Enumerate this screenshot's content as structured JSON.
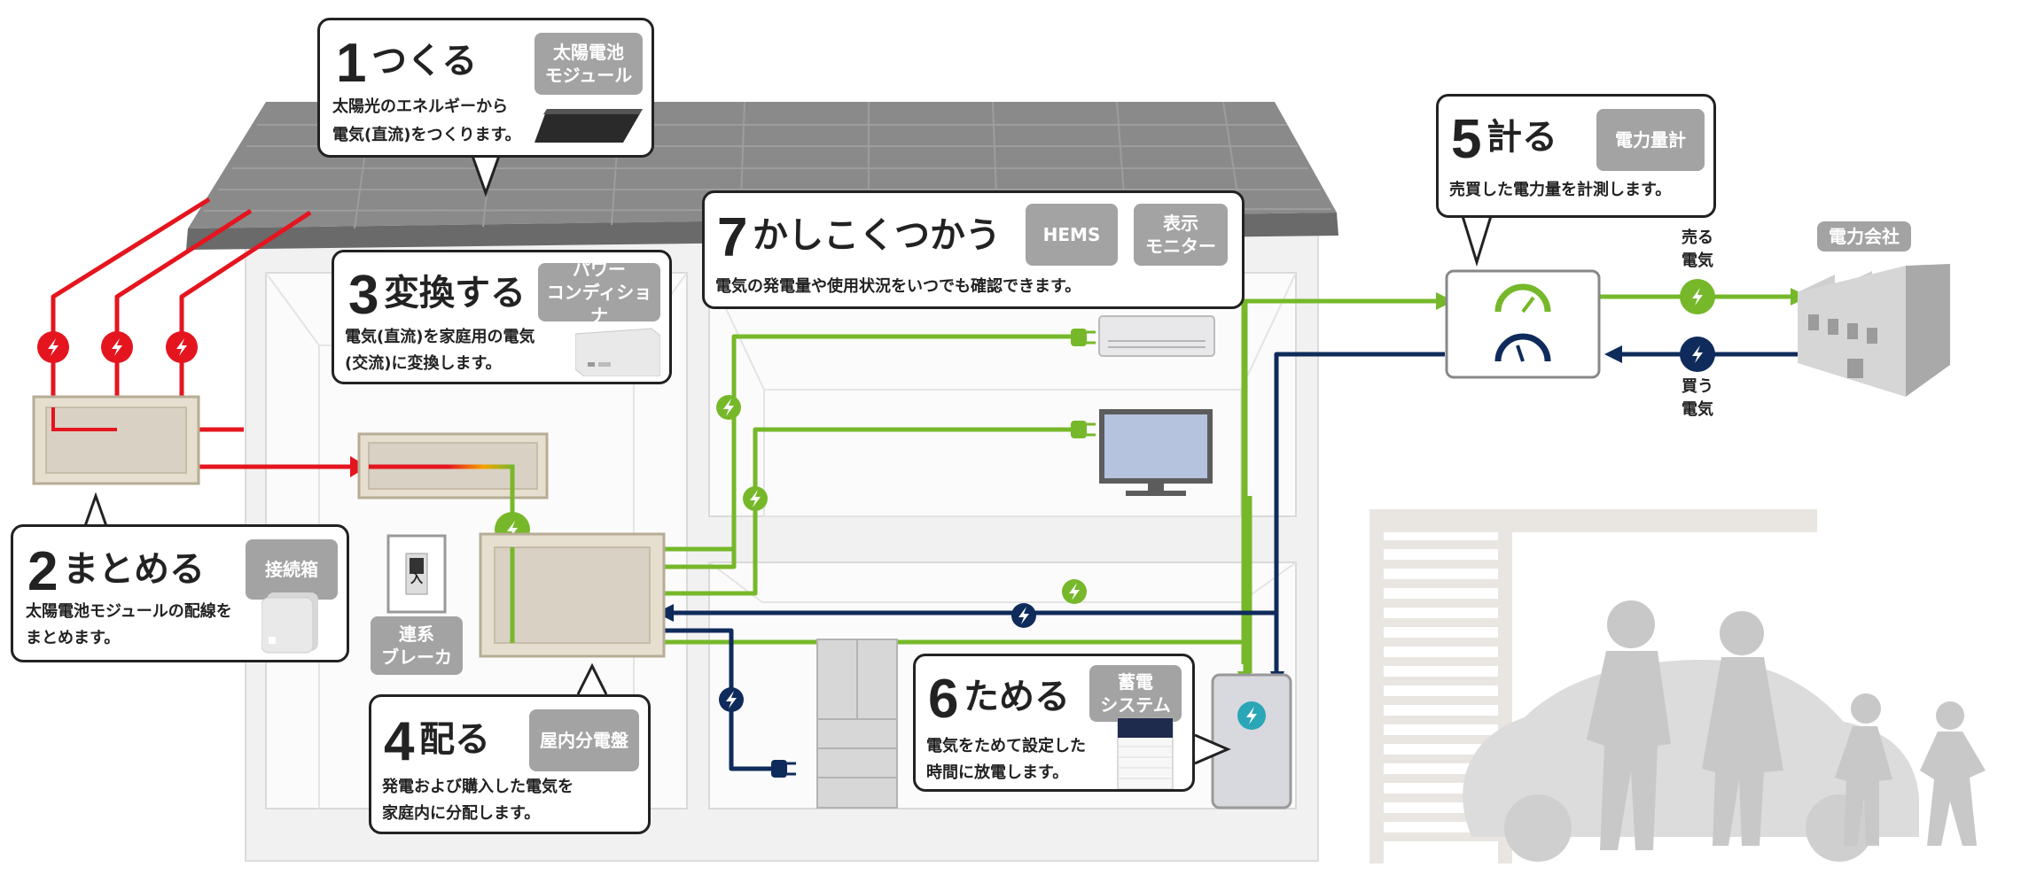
{
  "steps": {
    "s1": {
      "num": "1",
      "title": "つくる",
      "tag": "太陽電池\nモジュール",
      "desc1": "太陽光のエネルギーから",
      "desc2": "電気(直流)をつくります。"
    },
    "s2": {
      "num": "2",
      "title": "まとめる",
      "tag": "接続箱",
      "desc1": "太陽電池モジュールの配線を",
      "desc2": "まとめます。"
    },
    "s3": {
      "num": "3",
      "title": "変換する",
      "tag": "パワー\nコンディショナ",
      "desc1": "電気(直流)を家庭用の電気",
      "desc2": "(交流)に変換します。"
    },
    "s4": {
      "num": "4",
      "title": "配る",
      "tag": "屋内分電盤",
      "desc1": "発電および購入した電気を",
      "desc2": "家庭内に分配します。"
    },
    "s5": {
      "num": "5",
      "title": "計る",
      "tag": "電力量計",
      "desc1": "売買した電力量を計測します。"
    },
    "s6": {
      "num": "6",
      "title": "ためる",
      "tag": "蓄電\nシステム",
      "desc1": "電気をためて設定した",
      "desc2": "時間に放電します。"
    },
    "s7": {
      "num": "7",
      "title": "かしこくつかう",
      "tag1": "HEMS",
      "tag2": "表示\nモニター",
      "desc1": "電気の発電量や使用状況をいつでも確認できます。"
    }
  },
  "labels": {
    "breaker": "連系\nブレーカ",
    "breaker_switch": "入",
    "company": "電力会社",
    "sell": "売る\n電気",
    "buy": "買う\n電気"
  },
  "colors": {
    "red": "#e4151f",
    "green": "#76b82a",
    "navy": "#0f2b5b",
    "teal": "#2aa6b7",
    "roof": "#7a7a7a",
    "wall": "#f1f1f1",
    "tag": "#a3a3a3"
  },
  "icons": [
    "lightning-icon",
    "plug-icon",
    "meter-icon",
    "factory-icon",
    "solar-panel-icon",
    "air-conditioner-icon",
    "tv-icon",
    "refrigerator-icon",
    "battery-icon",
    "family-silhouette-icon",
    "car-silhouette-icon"
  ]
}
